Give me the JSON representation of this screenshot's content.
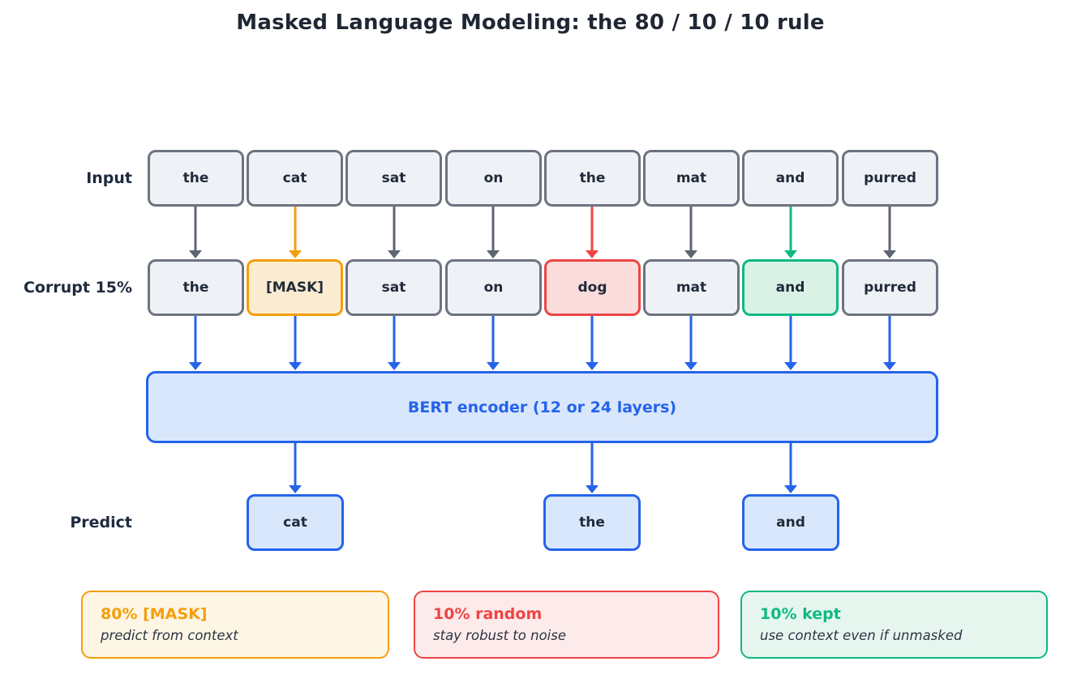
{
  "title": "Masked Language Modeling: the 80 / 10 / 10 rule",
  "colors": {
    "gray_arrow": "#5d6572",
    "gray_border": "#6d7380",
    "orange": "#f59e0b",
    "red": "#ef4444",
    "green": "#10b981",
    "blue": "#2563eb",
    "token_fill": "#eef1f6",
    "mask_fill": "#fbecd1",
    "random_fill": "#fadcdc",
    "kept_fill": "#d9f2e5",
    "blue_fill": "#d9e7fc"
  },
  "rows": {
    "input": {
      "label": "Input",
      "tokens": [
        "the",
        "cat",
        "sat",
        "on",
        "the",
        "mat",
        "and",
        "purred"
      ]
    },
    "corrupt": {
      "label": "Corrupt 15%",
      "tokens": [
        {
          "text": "the",
          "state": "plain",
          "arrow_color": "gray"
        },
        {
          "text": "[MASK]",
          "state": "mask",
          "arrow_color": "orange"
        },
        {
          "text": "sat",
          "state": "plain",
          "arrow_color": "gray"
        },
        {
          "text": "on",
          "state": "plain",
          "arrow_color": "gray"
        },
        {
          "text": "dog",
          "state": "random",
          "arrow_color": "red"
        },
        {
          "text": "mat",
          "state": "plain",
          "arrow_color": "gray"
        },
        {
          "text": "and",
          "state": "kept",
          "arrow_color": "green"
        },
        {
          "text": "purred",
          "state": "plain",
          "arrow_color": "gray"
        }
      ]
    },
    "encoder": {
      "label": "BERT encoder (12 or 24 layers)"
    },
    "predict": {
      "label": "Predict",
      "tokens": [
        {
          "text": "cat",
          "column": 1
        },
        {
          "text": "the",
          "column": 4
        },
        {
          "text": "and",
          "column": 6
        }
      ]
    }
  },
  "legend": [
    {
      "heading": "80% [MASK]",
      "sub": "predict from context"
    },
    {
      "heading": "10% random",
      "sub": "stay robust to noise"
    },
    {
      "heading": "10% kept",
      "sub": "use context even if unmasked"
    }
  ]
}
